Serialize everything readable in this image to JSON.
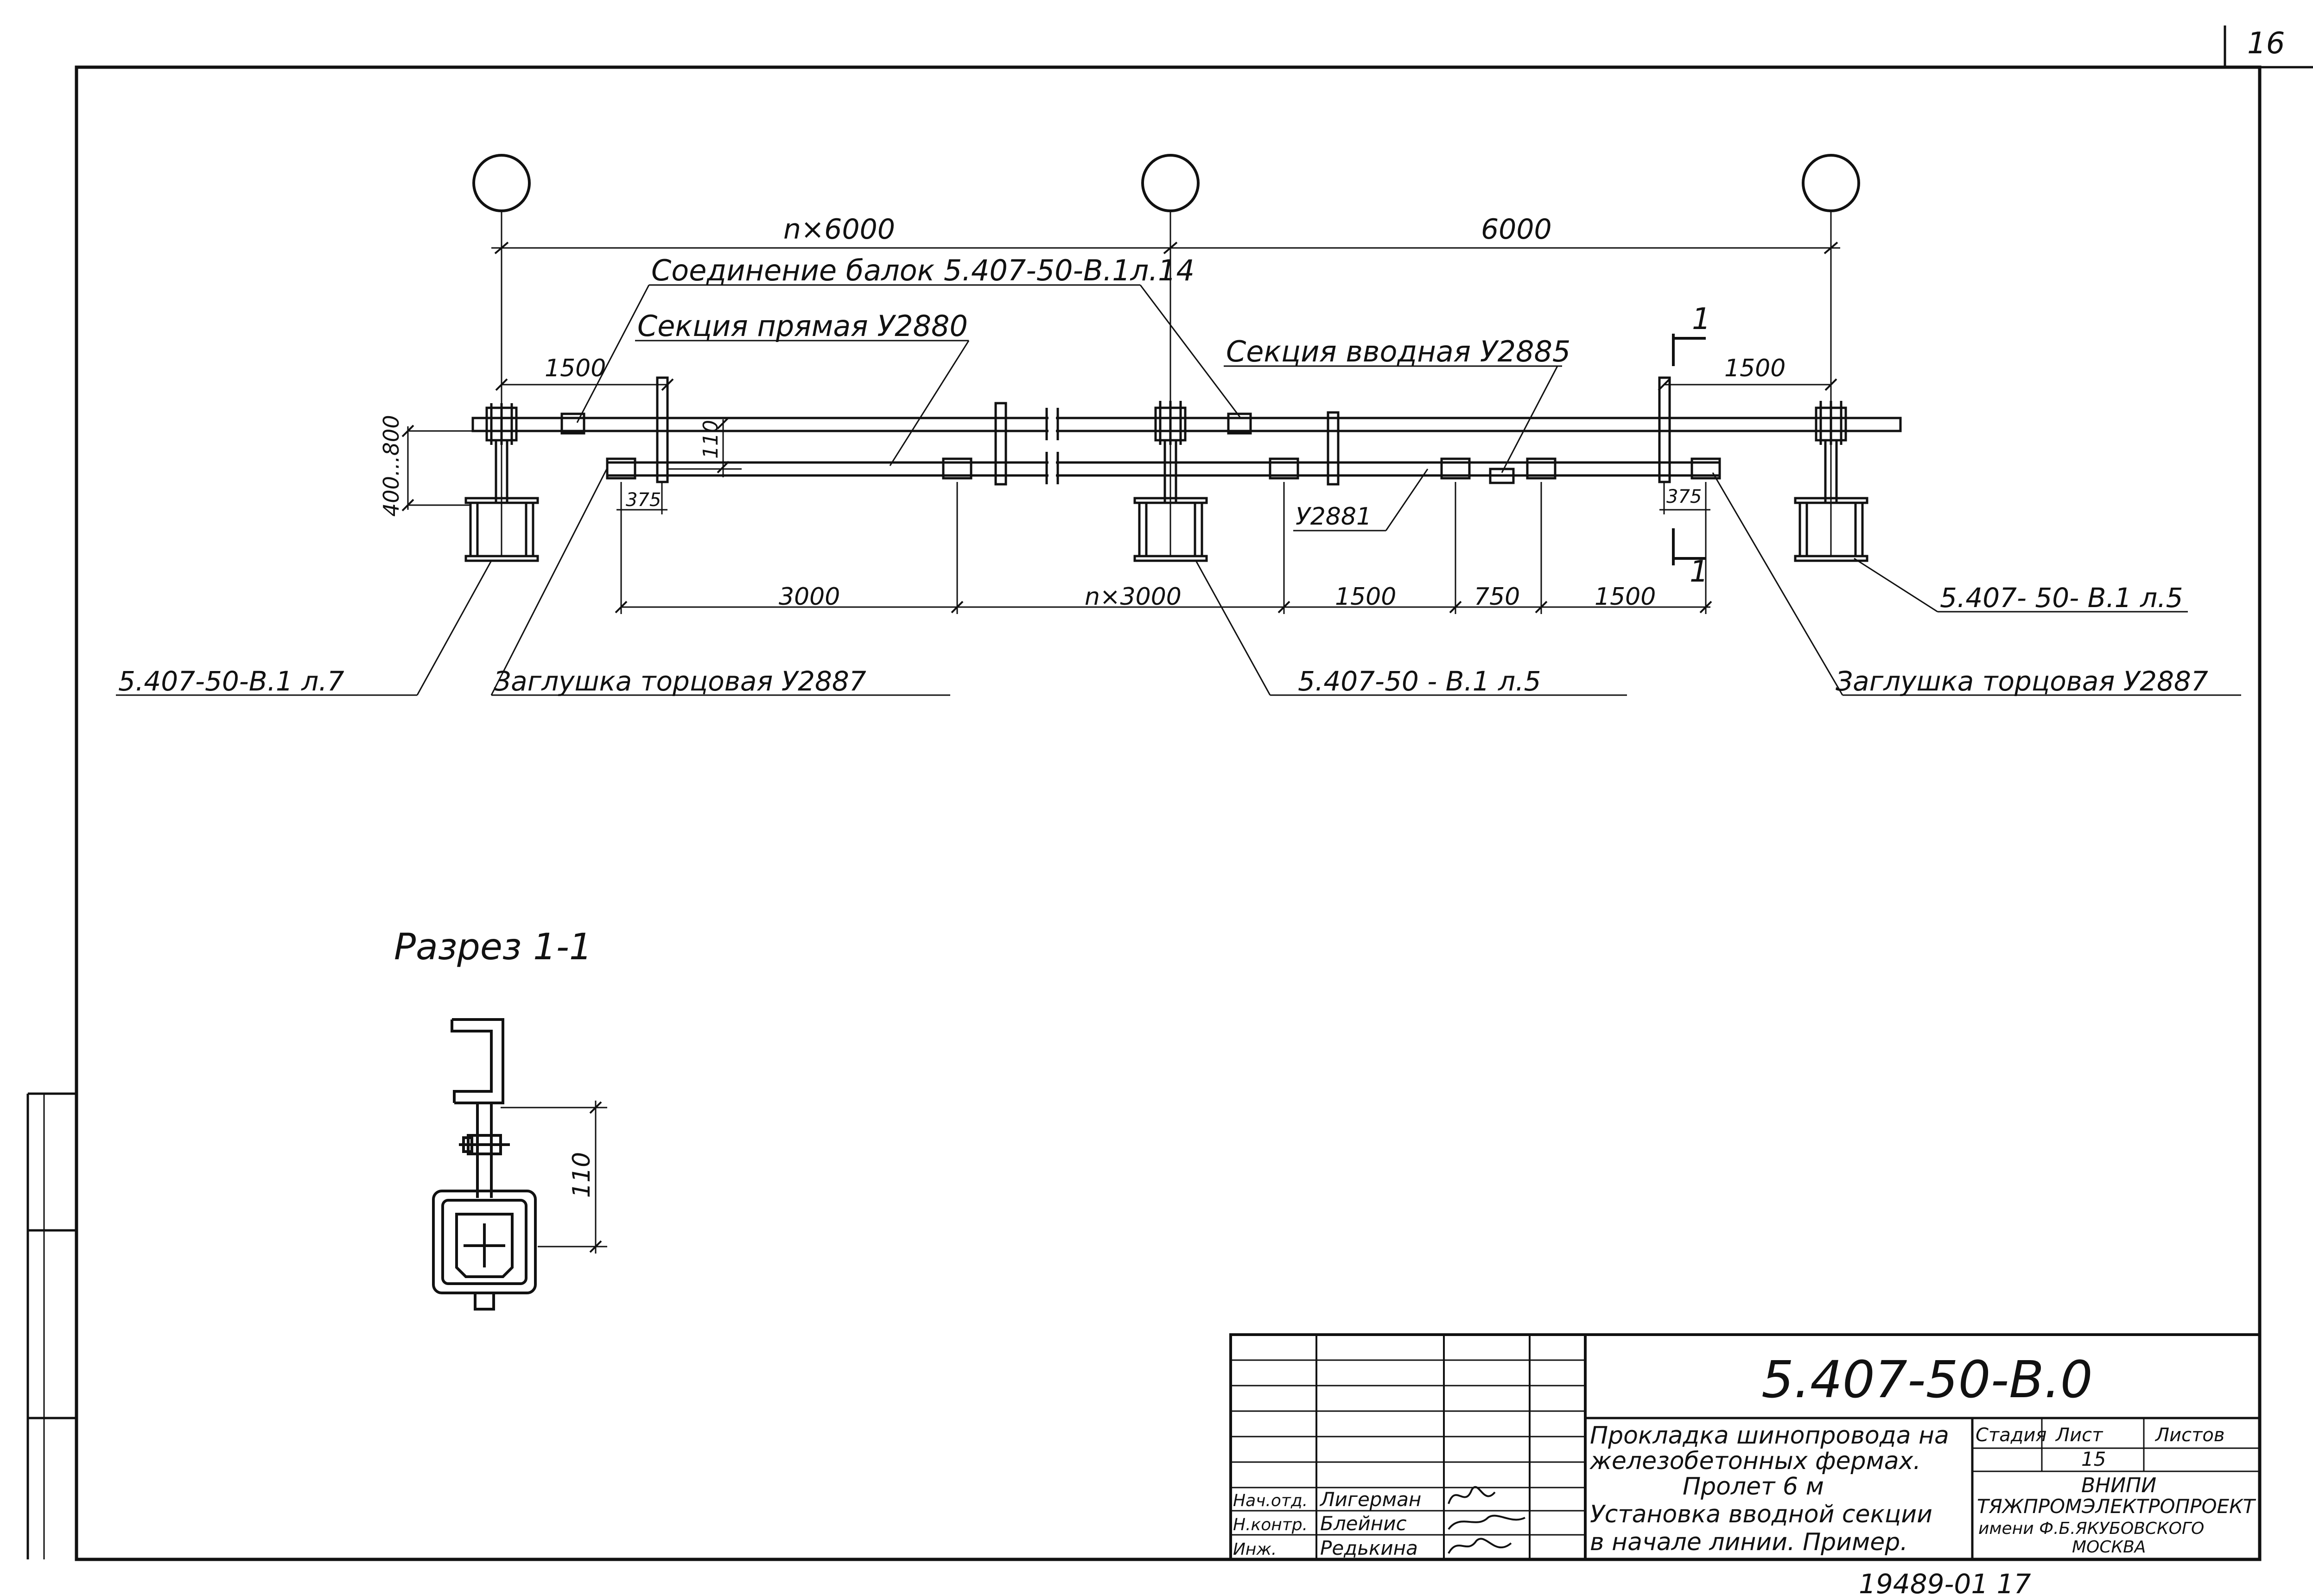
{
  "sheet_corner_number": "16",
  "plan": {
    "dims": {
      "n6000": "n×6000",
      "d6000": "6000",
      "d1500_left": "1500",
      "d1500_right": "1500",
      "d110": "110",
      "d400_800": "400...800",
      "d375_left": "375",
      "d375_right": "375",
      "d3000": "3000",
      "n3000": "n×3000",
      "b1500a": "1500",
      "b750": "750",
      "b1500b": "1500"
    },
    "labels": {
      "soedinenie": "Соединение балок 5.407-50-В.1л.14",
      "sekciya_pryamaya": "Секция прямая У2880",
      "sekciya_vvodnaya": "Секция вводная У2885",
      "u2881": "У2881",
      "ref_left": "5.407-50-В.1 л.7",
      "zaglushka_left": "Заглушка торцовая У2887",
      "ref_center": "5.407-50 - В.1 л.5",
      "ref_right": "5.407- 50- В.1 л.5",
      "zaglushka_right": "Заглушка торцовая У2887",
      "cut_mark_top": "1",
      "cut_mark_bottom": "1"
    }
  },
  "section": {
    "title": "Разрез 1-1",
    "dim110": "110"
  },
  "title_block": {
    "doc_code": "5.407-50-В.0",
    "title_line1": "Прокладка шинопровода на",
    "title_line2": "железобетонных фермах.",
    "title_line3": "Пролет 6 м",
    "title_line4": "Установка вводной секции",
    "title_line5": "в начале линии. Пример.",
    "stage_label": "Стадия",
    "sheet_label": "Лист",
    "sheets_label": "Листов",
    "sheet_no": "15",
    "org_line1": "ВНИПИ",
    "org_line2": "ТЯЖПРОМЭЛЕКТРОПРОЕКТ",
    "org_line3": "имени Ф.Б.ЯКУБОВСКОГО",
    "org_line4": "МОСКВА",
    "roles": [
      {
        "role": "Нач.отд.",
        "name": "Лигерман"
      },
      {
        "role": "Н.контр.",
        "name": "Блейнис"
      },
      {
        "role": "Инж.",
        "name": "Редькина"
      }
    ]
  },
  "bottom_stamp": "19489-01 17"
}
